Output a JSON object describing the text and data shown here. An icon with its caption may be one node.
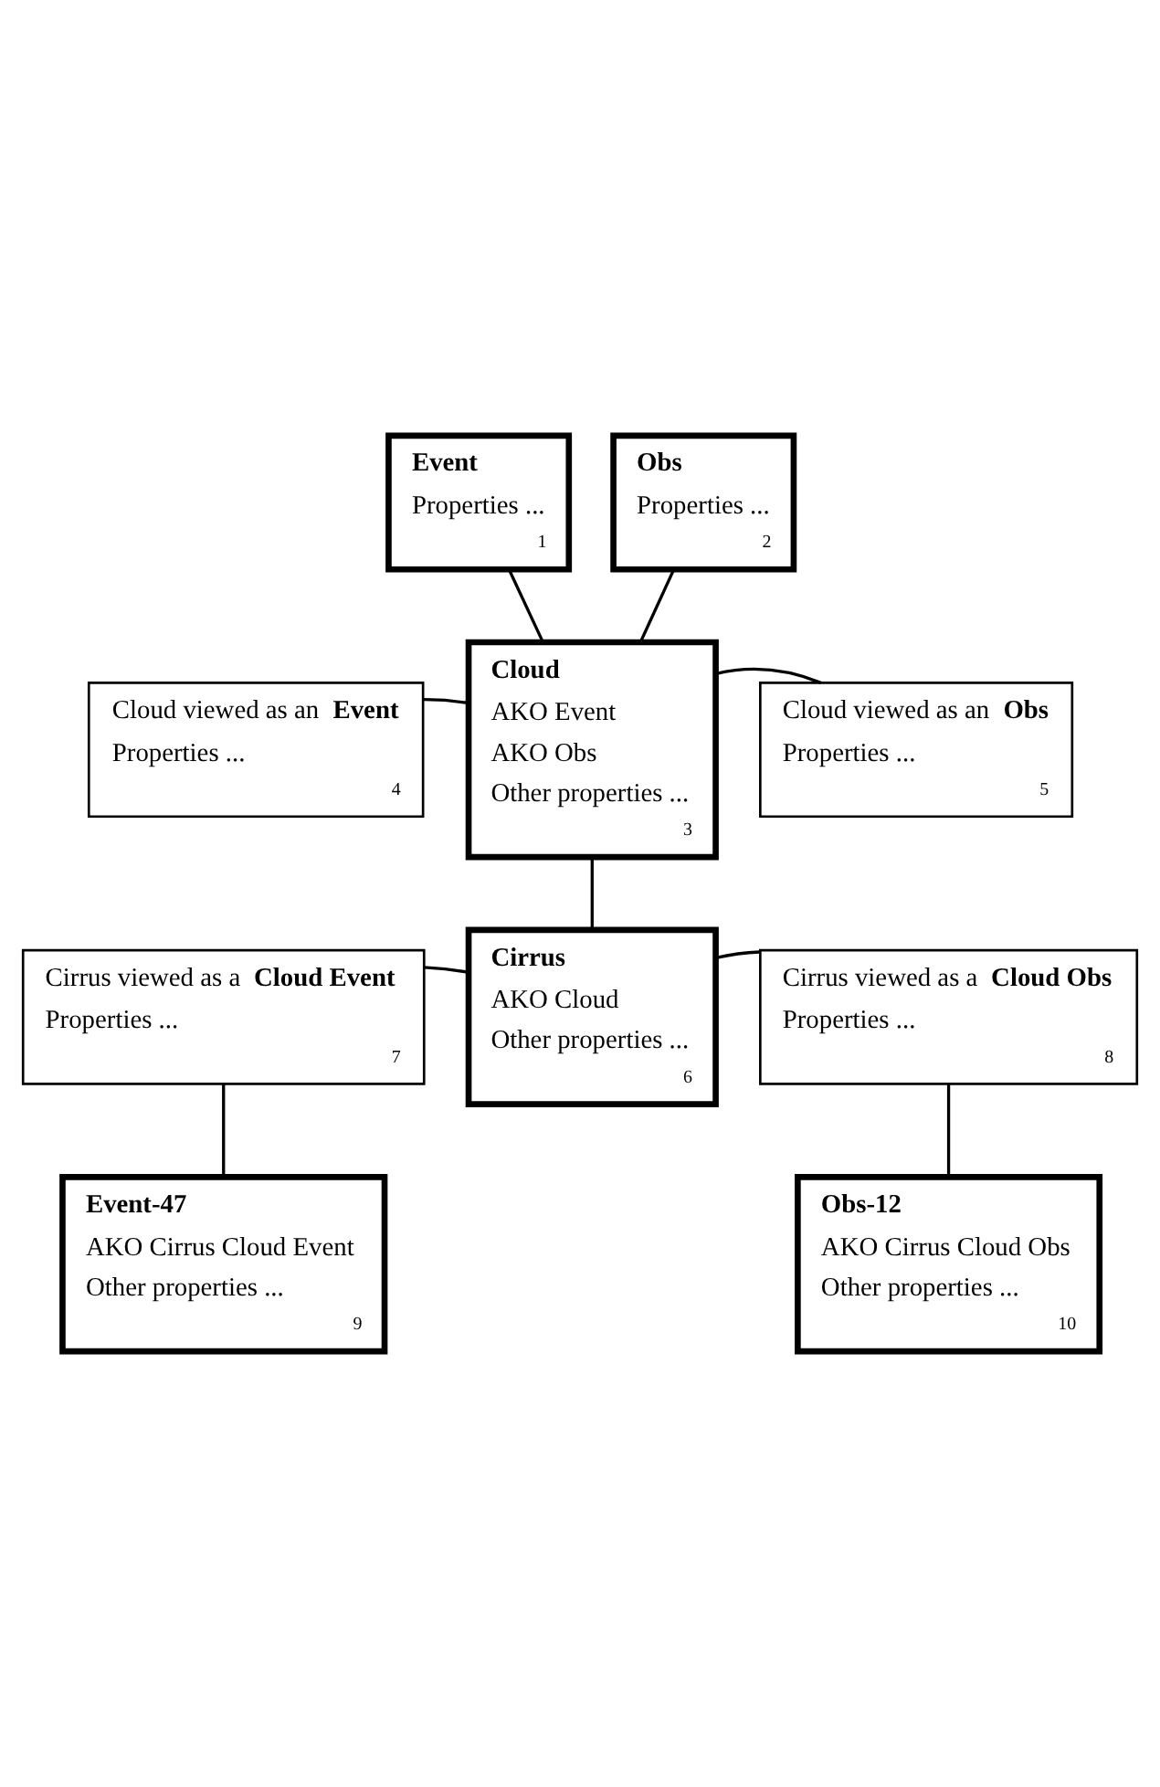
{
  "diagram": {
    "nodes": [
      {
        "text": [
          "Event",
          "Properties ...",
          "1"
        ]
      },
      {
        "text": [
          "Obs",
          "Properties ...",
          "2"
        ]
      },
      {
        "text": [
          "Cloud",
          "AKO Event",
          "AKO Obs",
          "Other properties ...",
          "3"
        ]
      },
      {
        "text": [
          "Cloud viewed as an **Event**",
          "Properties ...",
          "4"
        ]
      },
      {
        "text": [
          "Cloud viewed as an **Obs**",
          "Properties ...",
          "5"
        ]
      },
      {
        "text": [
          "Cirrus",
          "AKO Cloud",
          "Other properties ...",
          "6"
        ]
      },
      {
        "text": [
          "Cirrus viewed as a **Cloud Event**",
          "Properties ...",
          "7"
        ]
      },
      {
        "text": [
          "Cirrus viewed as a **Cloud Obs**",
          "Properties ...",
          "8"
        ]
      },
      {
        "text": [
          "Event-47",
          "AKO Cirrus Cloud Event",
          "Other properties ...",
          "9"
        ]
      },
      {
        "text": [
          "Obs-12",
          "AKO Cirrus Cloud Obs",
          "Other properties ...",
          "10"
        ]
      }
    ],
    "edges": [
      {
        "from": 0,
        "to": 2,
        "arrow": "none"
      },
      {
        "from": 1,
        "to": 2,
        "arrow": "none"
      },
      {
        "from": 3,
        "to": 2,
        "arrow": "none"
      },
      {
        "from": 2,
        "to": 4,
        "arrow": "none"
      },
      {
        "from": 2,
        "to": 5,
        "arrow": "none"
      },
      {
        "from": 6,
        "to": 5,
        "arrow": "none"
      },
      {
        "from": 5,
        "to": 7,
        "arrow": "none"
      },
      {
        "from": 6,
        "to": 8,
        "arrow": "none"
      },
      {
        "from": 7,
        "to": 9,
        "arrow": "none"
      }
    ]
  }
}
